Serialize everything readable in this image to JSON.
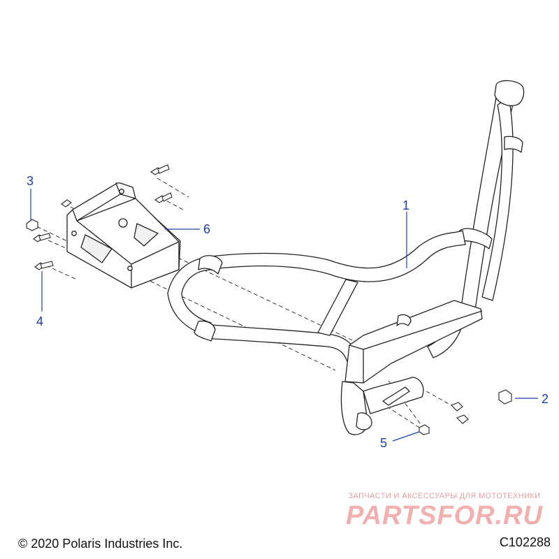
{
  "diagram": {
    "parts": [
      {
        "number": "1",
        "name": "bumper-frame"
      },
      {
        "number": "2",
        "name": "flange-bolt-right"
      },
      {
        "number": "3",
        "name": "nut-left-top"
      },
      {
        "number": "4",
        "name": "bolt-left-bottom"
      },
      {
        "number": "5",
        "name": "nut-lower"
      },
      {
        "number": "6",
        "name": "mounting-bracket"
      }
    ],
    "callout_color": "#1f3fa8",
    "line_color": "#222222"
  },
  "footer": {
    "copyright": "© 2020 Polaris Industries Inc.",
    "figure_id": "C102288"
  },
  "watermark": {
    "tagline": "ЗАПЧАСТИ И АКСЕССУАРЫ ДЛЯ МОТОТЕХНИКИ",
    "brand": "PARTSFOR.RU"
  }
}
